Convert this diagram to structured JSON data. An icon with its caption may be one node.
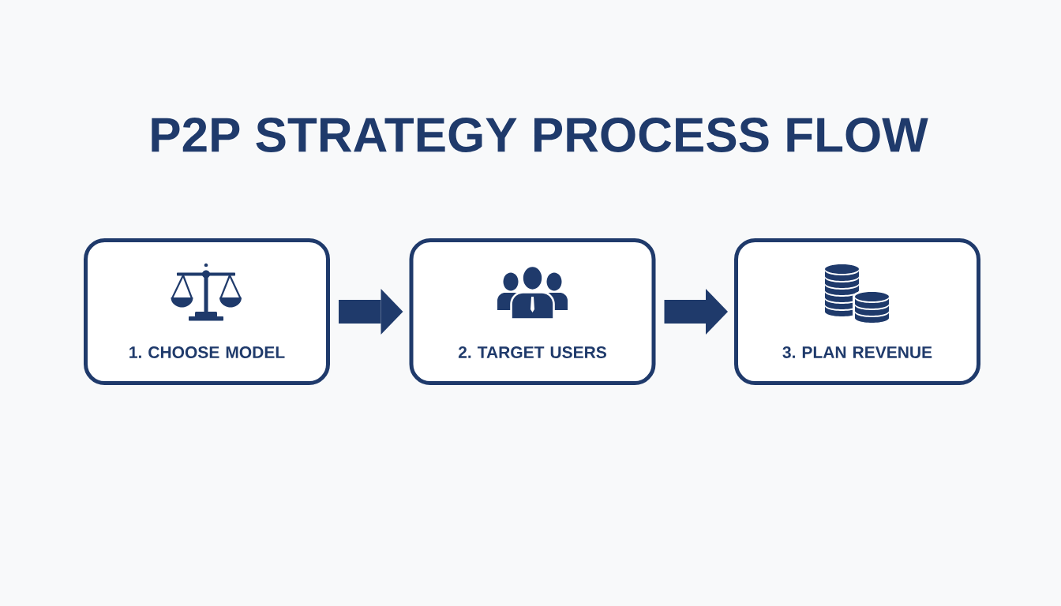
{
  "diagram": {
    "title": "P2P STRATEGY PROCESS FLOW",
    "nodes": [
      {
        "text": [
          "1. CHOOSE MODEL"
        ]
      },
      {
        "text": [
          "2. TARGET USERS"
        ]
      },
      {
        "text": [
          "3. PLAN REVENUE"
        ]
      }
    ],
    "edges": [
      {
        "from": 0,
        "to": 1,
        "arrow": "to"
      },
      {
        "from": 1,
        "to": 2,
        "arrow": "to"
      }
    ]
  }
}
